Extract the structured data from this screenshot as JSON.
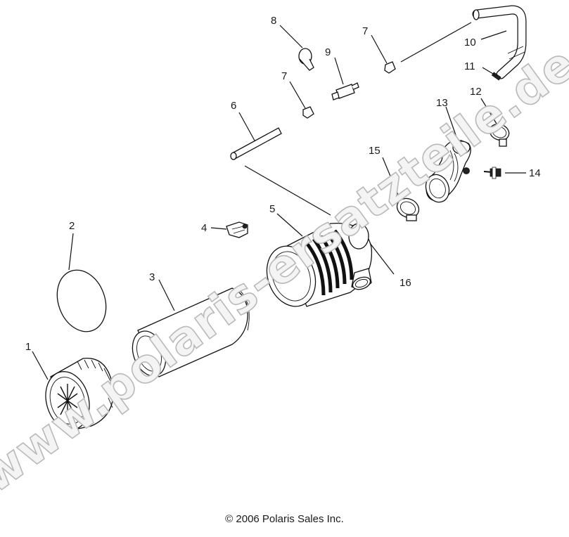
{
  "callouts": {
    "c1": "1",
    "c2": "2",
    "c3": "3",
    "c4": "4",
    "c5": "5",
    "c6": "6",
    "c7a": "7",
    "c7b": "7",
    "c8": "8",
    "c9": "9",
    "c10": "10",
    "c11": "11",
    "c12": "12",
    "c13": "13",
    "c14": "14",
    "c15": "15",
    "c16": "16"
  },
  "watermark": "www.polaris-ersatzteile.de",
  "copyright": "© 2006 Polaris Sales Inc."
}
